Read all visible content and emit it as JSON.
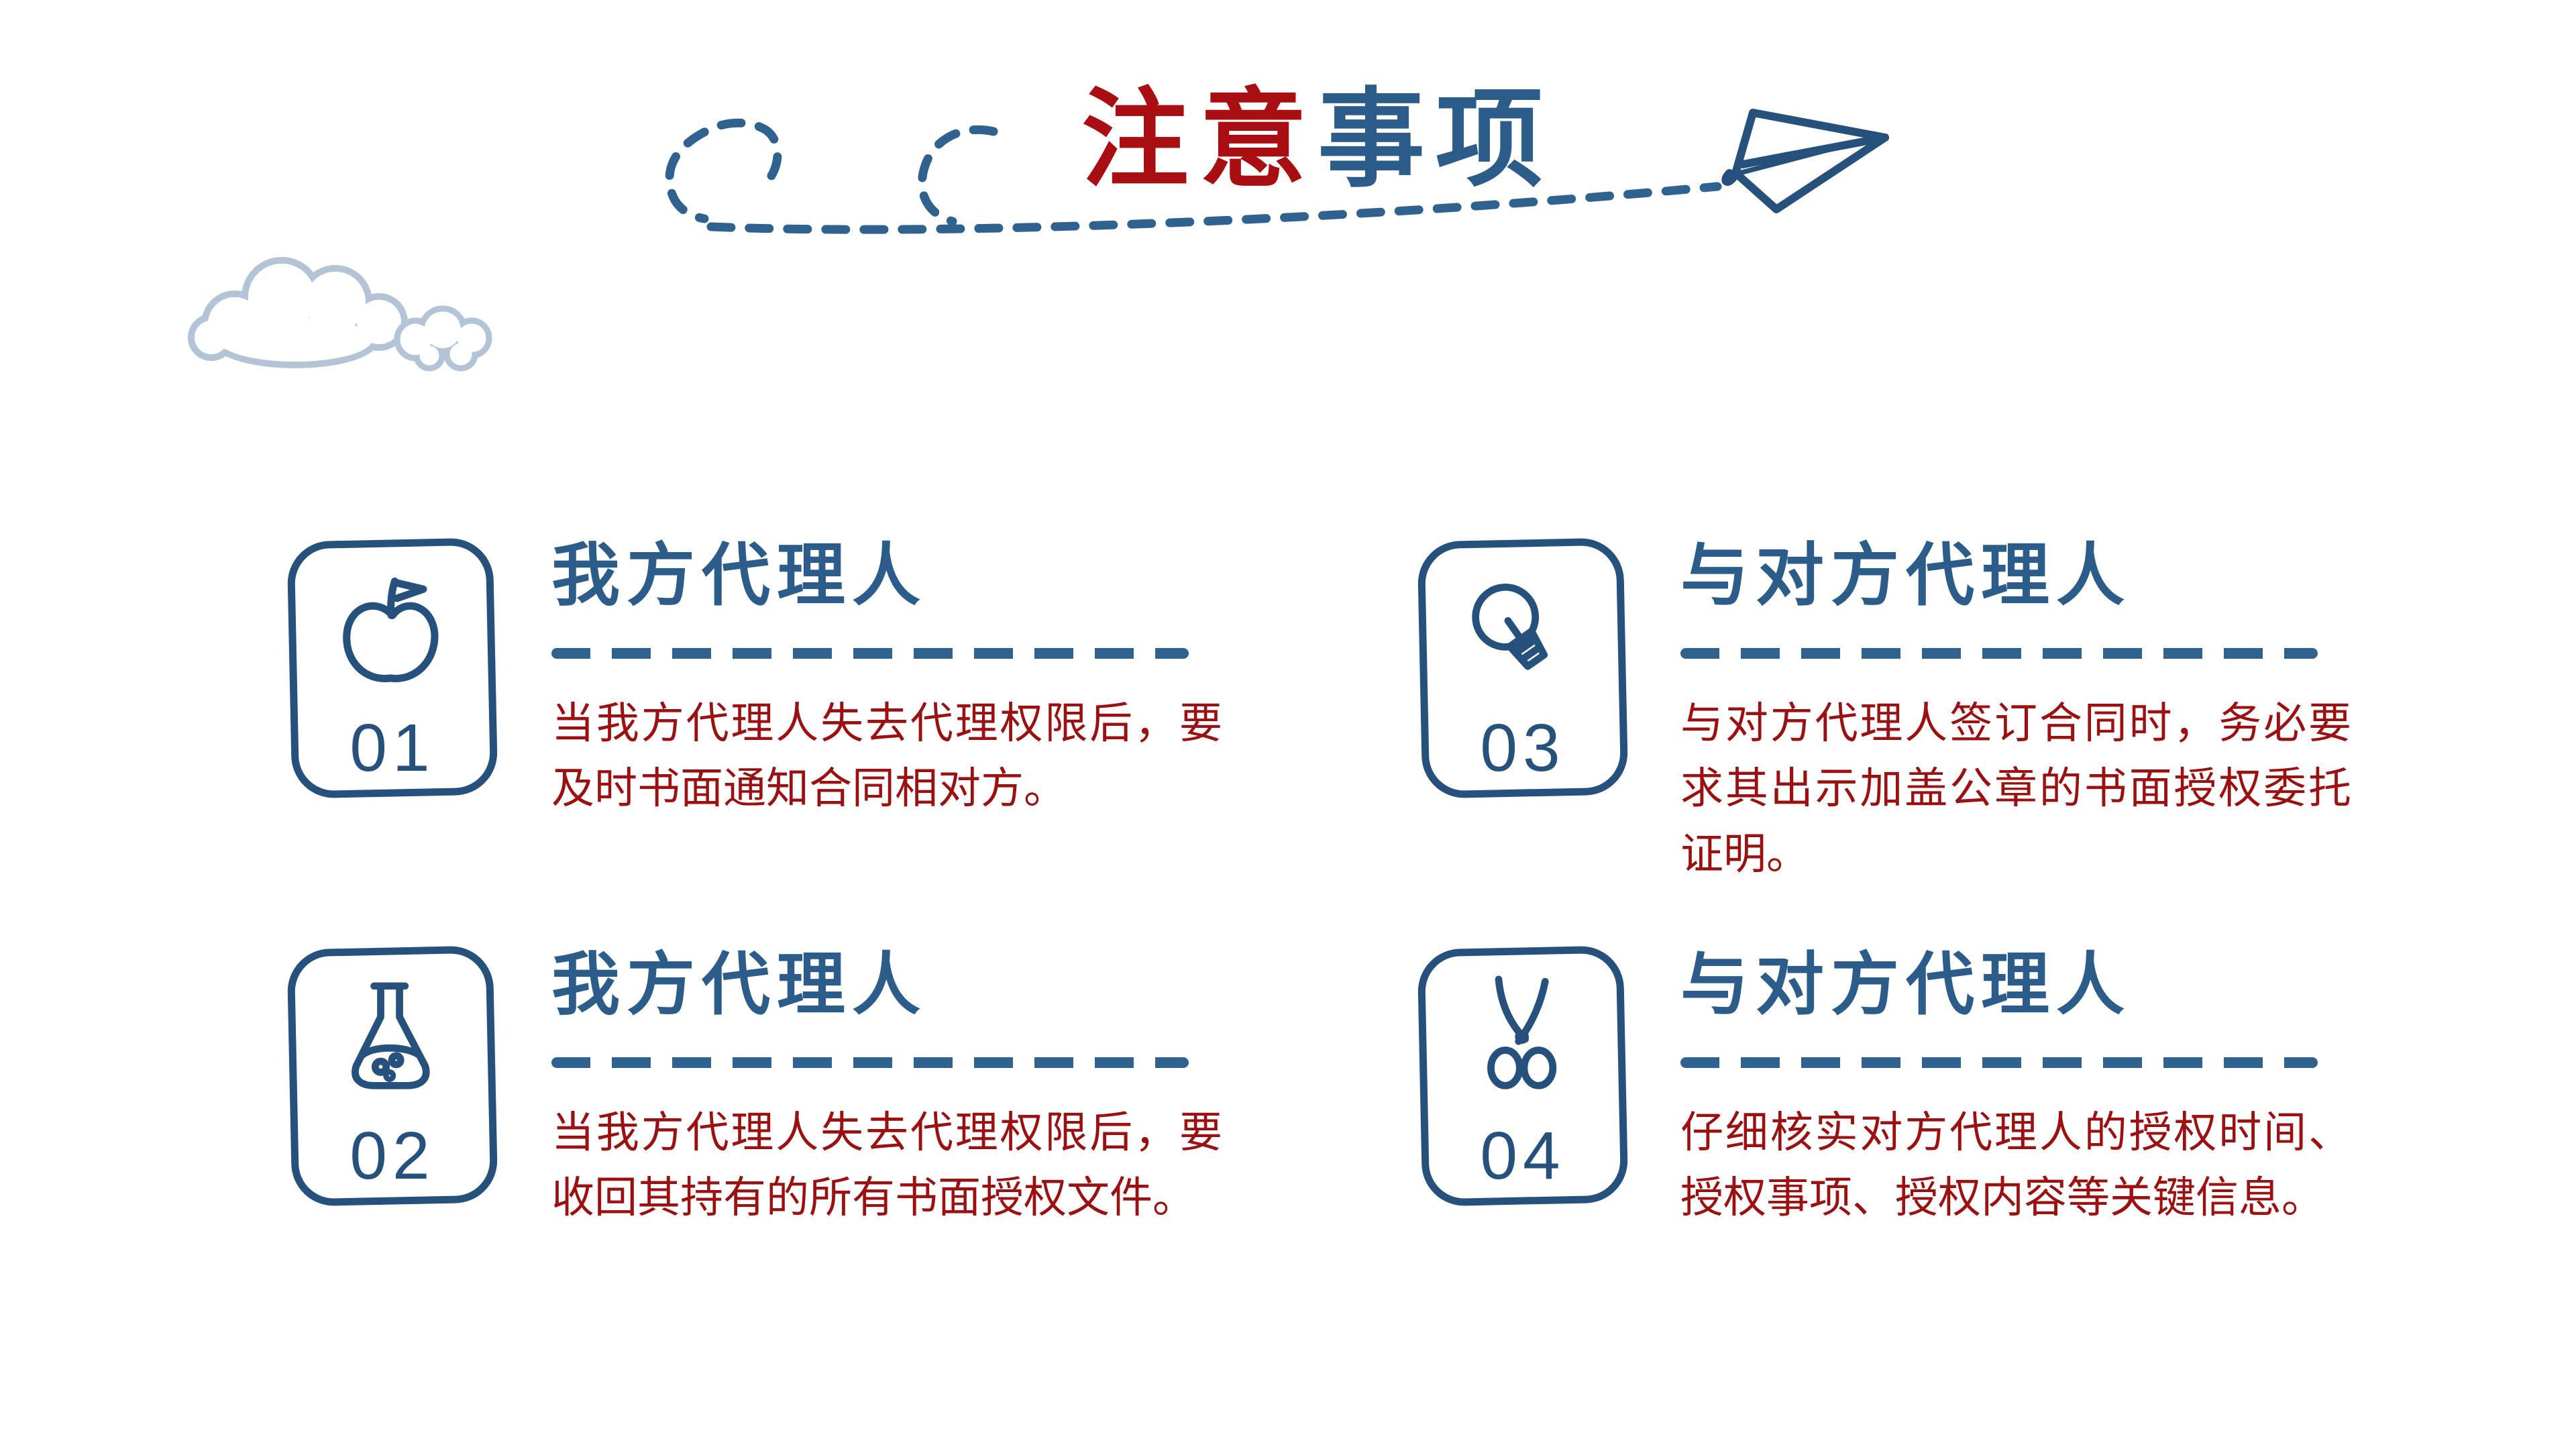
{
  "slide": {
    "title": {
      "accent": "注意",
      "rest": "事项"
    },
    "colors": {
      "title_red": "#A80E12",
      "body_red": "#9B1010",
      "heading_blue": "#2C5C8A",
      "ink_blue": "#25517C",
      "dash_blue": "#2F628F",
      "cloud_outline": "#B2C4D6"
    },
    "decorations": {
      "doodle": "dashed-loops-with-paper-plane",
      "cloud": "outlined-double-cloud"
    },
    "items": [
      {
        "number": "01",
        "icon": "apple-icon",
        "heading": "我方代理人",
        "body": "当我方代理人失去代理权限后，要及时书面通知合同相对方。"
      },
      {
        "number": "02",
        "icon": "flask-icon",
        "heading": "我方代理人",
        "body": "当我方代理人失去代理权限后，要收回其持有的所有书面授权文件。"
      },
      {
        "number": "03",
        "icon": "lightbulb-icon",
        "heading": "与对方代理人",
        "body": "与对方代理人签订合同时，务必要求其出示加盖公章的书面授权委托证明。"
      },
      {
        "number": "04",
        "icon": "scissors-icon",
        "heading": "与对方代理人",
        "body": "仔细核实对方代理人的授权时间、授权事项、授权内容等关键信息。"
      }
    ]
  }
}
